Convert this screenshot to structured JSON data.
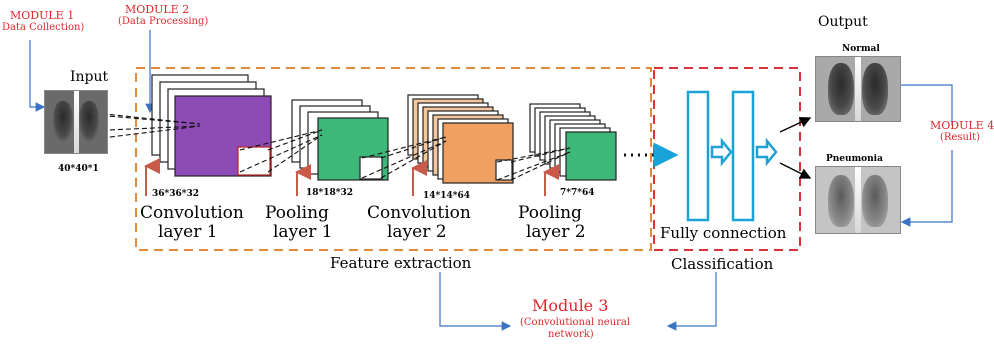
{
  "modules": {
    "m1_title": "MODULE 1",
    "m1_sub": "Data Collection)",
    "m2_title": "MODULE 2",
    "m2_sub": "(Data Processing)",
    "m3_title": "Module 3",
    "m3_sub1": "(Convolutional neural",
    "m3_sub2": "network)",
    "m4_title": "MODULE 4",
    "m4_sub": "(Result)"
  },
  "input": {
    "label": "Input",
    "dims": "40*40*1"
  },
  "output": {
    "label": "Output",
    "normal": "Normal",
    "pneumonia": "Pneumonia"
  },
  "layers": [
    {
      "name_line1": "Convolution",
      "name_line2": "layer 1",
      "dims": "36*36*32",
      "color": "#8e4bb5"
    },
    {
      "name_line1": "Pooling",
      "name_line2": "layer 1",
      "dims": "18*18*32",
      "color": "#3cb878"
    },
    {
      "name_line1": "Convolution",
      "name_line2": "layer 2",
      "dims": "14*14*64",
      "color": "#f0a060"
    },
    {
      "name_line1": "Pooling",
      "name_line2": "layer 2",
      "dims": "7*7*64",
      "color": "#3cb878"
    }
  ],
  "sections": {
    "feature": "Feature extraction",
    "fully": "Fully connection",
    "classification": "Classification"
  },
  "colors": {
    "dashed_orange": "#e08a3a",
    "dashed_red": "#d9323a",
    "fc_blue": "#1aa3d9",
    "arrow_red": "#c95a4a",
    "line_blue": "#3b73c4"
  }
}
